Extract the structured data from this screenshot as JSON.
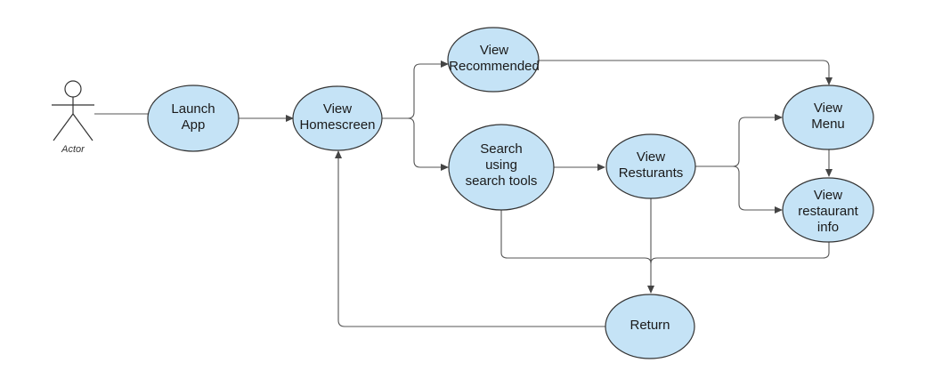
{
  "actor": {
    "label": "Actor"
  },
  "nodes": {
    "launch_app": {
      "lines": [
        "Launch",
        "App"
      ]
    },
    "view_homescreen": {
      "lines": [
        "View",
        "Homescreen"
      ]
    },
    "view_recommended": {
      "lines": [
        "View",
        "Recommended"
      ]
    },
    "search_tools": {
      "lines": [
        "Search",
        "using",
        "search tools"
      ]
    },
    "view_restaurants": {
      "lines": [
        "View",
        "Resturants"
      ]
    },
    "view_menu": {
      "lines": [
        "View",
        "Menu"
      ]
    },
    "view_restaurant_info": {
      "lines": [
        "View",
        "restaurant",
        "info"
      ]
    },
    "return": {
      "lines": [
        "Return"
      ]
    }
  },
  "colors": {
    "node_fill": "#c5e3f6",
    "stroke": "#333333"
  }
}
